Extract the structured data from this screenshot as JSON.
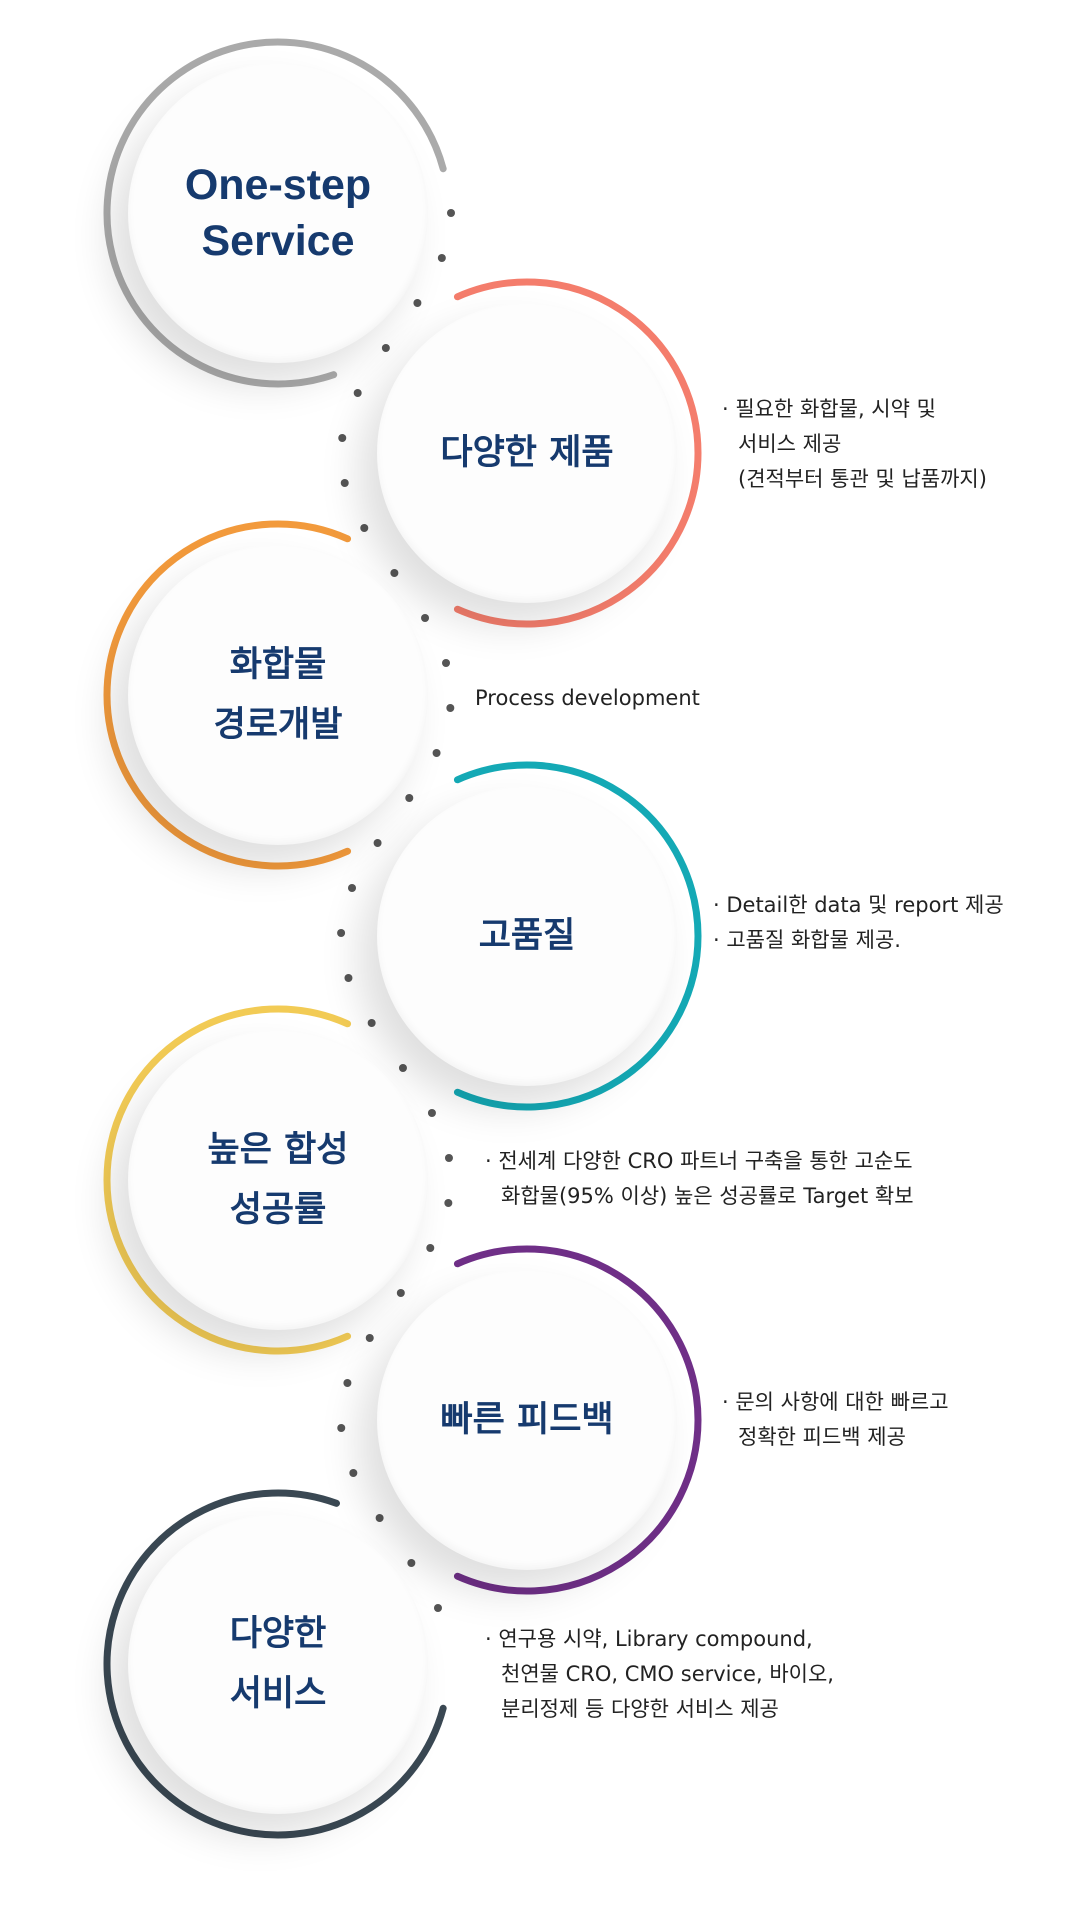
{
  "steps": [
    {
      "title": [
        "One-step",
        "Service"
      ],
      "color": "#aaaaaa",
      "description": []
    },
    {
      "title": [
        "다양한 제품"
      ],
      "color": "#f47d6c",
      "description": [
        "· 필요한 화합물, 시약  및",
        "서비스 제공",
        "(견적부터 통관 및 납품까지)"
      ]
    },
    {
      "title": [
        "화합물",
        "경로개발"
      ],
      "color": "#f29a3c",
      "description": [
        "Process development"
      ]
    },
    {
      "title": [
        "고품질"
      ],
      "color": "#14a9b5",
      "description": [
        "·  Detail한 data 및 report 제공",
        "· 고품질 화합물 제공."
      ]
    },
    {
      "title": [
        "높은 합성",
        "성공률"
      ],
      "color": "#f2cb55",
      "description": [
        "· 전세계 다양한 CRO 파트너 구축을 통한 고순도",
        "화합물(95% 이상) 높은 성공률로 Target 확보"
      ]
    },
    {
      "title": [
        "빠른 피드백"
      ],
      "color": "#6f2f87",
      "description": [
        "· 문의 사항에 대한 빠르고",
        "정확한 피드백 제공"
      ]
    },
    {
      "title": [
        "다양한",
        "서비스"
      ],
      "color": "#3a4853",
      "description": [
        "· 연구용 시약, Library compound,",
        "천연물 CRO, CMO service, 바이오,",
        "분리정제 등 다양한 서비스 제공"
      ]
    }
  ],
  "dot_color": "#555555",
  "title_color": "#163a6e"
}
